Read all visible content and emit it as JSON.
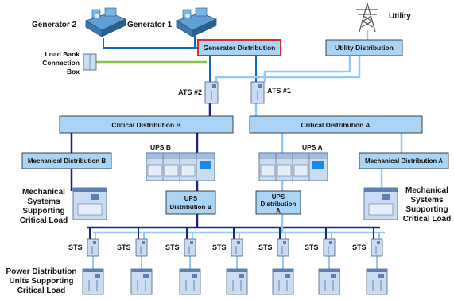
{
  "sources": {
    "generator_2": "Generator 2",
    "generator_1": "Generator 1",
    "utility": "Utility"
  },
  "distribution": {
    "generator": "Generator Distribution",
    "utility": "Utility  Distribution",
    "critical_b": "Critical Distribution  B",
    "critical_a": "Critical Distribution  A",
    "mechanical_b": "Mechanical Distribution  B",
    "mechanical_a": "Mechanical Distribution  A",
    "ups_dist_b": [
      "UPS",
      "Distribution  B"
    ],
    "ups_dist_a": [
      "UPS",
      "Distribution",
      "A"
    ]
  },
  "load_bank": [
    "Load Bank",
    "Connection",
    "Box"
  ],
  "switches": {
    "ats_2": "ATS #2",
    "ats_1": "ATS #1",
    "sts": "STS"
  },
  "ups": {
    "b": "UPS B",
    "a": "UPS A"
  },
  "mech_left": [
    "Mechanical",
    "Systems",
    "Supporting",
    "Critical Load"
  ],
  "mech_right": [
    "Mechanical",
    "Systems",
    "Supporting",
    "Critical Load"
  ],
  "pdu": [
    "Power Distribution",
    "Units Supporting",
    "Critical Load"
  ],
  "colors": {
    "path_b": "#1a237e",
    "path_a": "#90caf9",
    "generator_feed": "#1565c0",
    "load_bank_feed": "#8bc34a",
    "box_fill": "#aad4f5",
    "highlight_border": "#d32f2f"
  }
}
